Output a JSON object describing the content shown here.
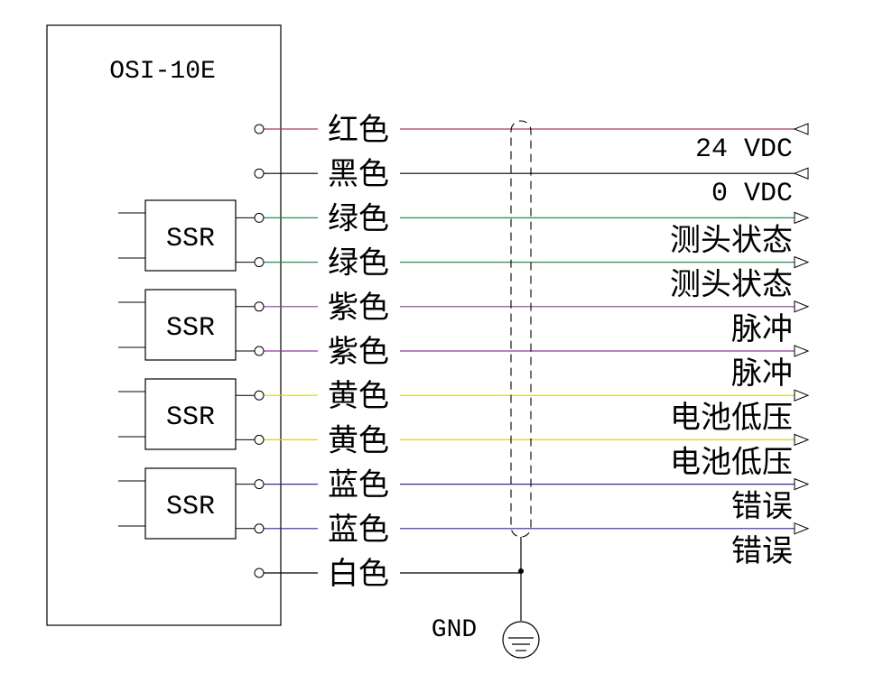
{
  "device": {
    "label": "OSI-10E"
  },
  "ssr_label": "SSR",
  "wires": [
    {
      "name": "红色",
      "color": "#a0405a",
      "signal": "24 VDC",
      "arrow": "in"
    },
    {
      "name": "黑色",
      "color": "#000000",
      "signal": "0 VDC",
      "arrow": "in"
    },
    {
      "name": "绿色",
      "color": "#2e8a4e",
      "signal": "测头状态",
      "arrow": "out"
    },
    {
      "name": "绿色",
      "color": "#2e8a4e",
      "signal": "测头状态",
      "arrow": "out"
    },
    {
      "name": "紫色",
      "color": "#8a3a9a",
      "signal": "脉冲",
      "arrow": "out"
    },
    {
      "name": "紫色",
      "color": "#8a3a9a",
      "signal": "脉冲",
      "arrow": "out"
    },
    {
      "name": "黄色",
      "color": "#d8d020",
      "signal": "电池低压",
      "arrow": "out"
    },
    {
      "name": "黄色",
      "color": "#d8d020",
      "signal": "电池低压",
      "arrow": "out"
    },
    {
      "name": "蓝色",
      "color": "#2a2ab0",
      "signal": "错误",
      "arrow": "out"
    },
    {
      "name": "蓝色",
      "color": "#2a2ab0",
      "signal": "错误",
      "arrow": "out"
    },
    {
      "name": "白色",
      "color": "#000000",
      "signal": "",
      "arrow": "none"
    }
  ],
  "ground": {
    "label": "GND"
  }
}
